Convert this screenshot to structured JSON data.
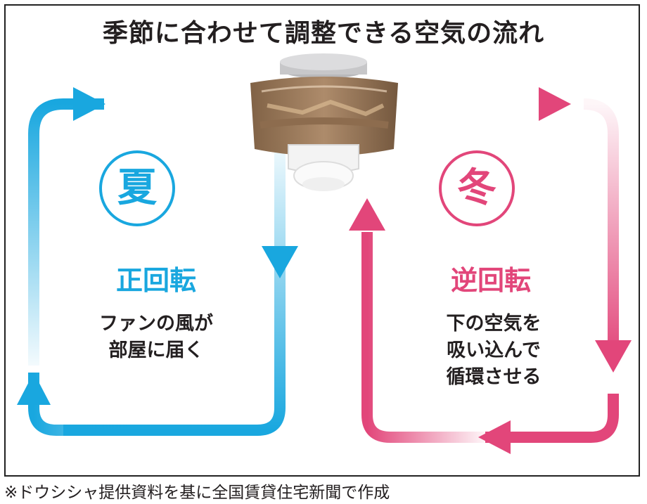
{
  "title": "季節に合わせて調整できる空気の流れ",
  "summer": {
    "season": "夏",
    "rotation": "正回転",
    "description": [
      "ファンの風が",
      "部屋に届く"
    ],
    "color": "#19a7df"
  },
  "winter": {
    "season": "冬",
    "rotation": "逆回転",
    "description": [
      "下の空気を",
      "吸い込んで",
      "循環させる"
    ],
    "color": "#e2467a"
  },
  "note": "※ドウシシャ提供資料を基に全国賃貸住宅新聞で作成"
}
